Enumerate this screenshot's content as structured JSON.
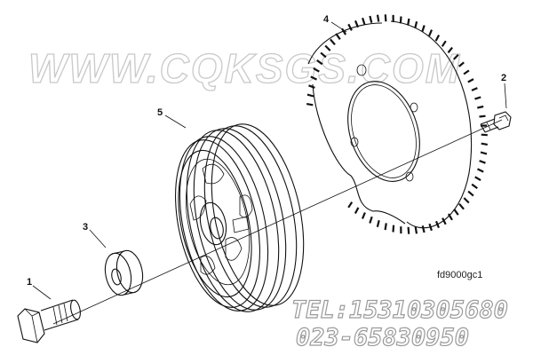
{
  "watermark": {
    "site": "WWW.CQKSGS.COM",
    "tel": "TEL:15310305680",
    "phone": "023-65830950"
  },
  "figure_id": "fd9000gc1",
  "callouts": [
    {
      "id": "1",
      "part": "bolt"
    },
    {
      "id": "2",
      "part": "capscrew"
    },
    {
      "id": "3",
      "part": "washer"
    },
    {
      "id": "4",
      "part": "tone-wheel"
    },
    {
      "id": "5",
      "part": "pulley"
    }
  ]
}
